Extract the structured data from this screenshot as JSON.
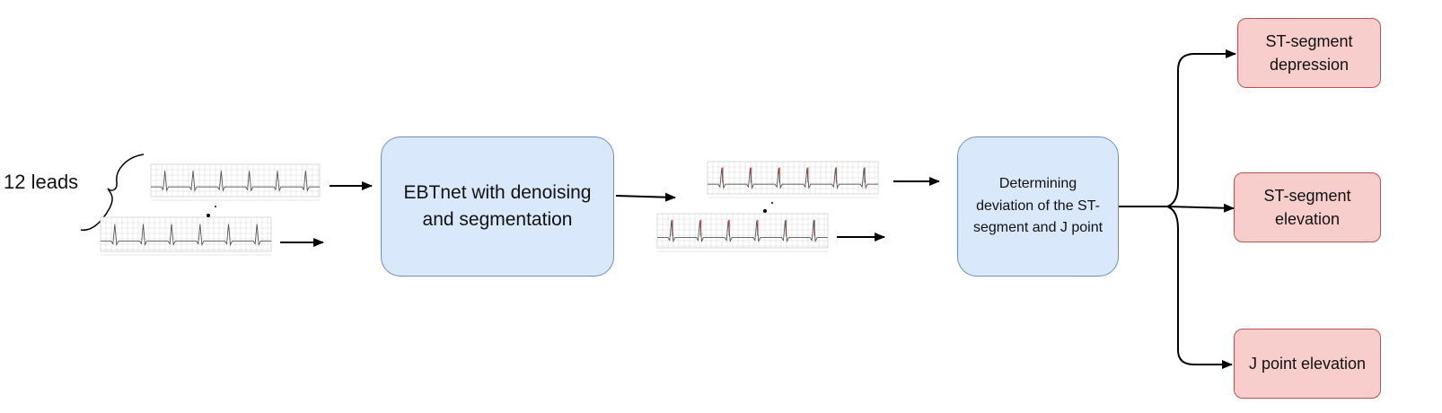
{
  "input": {
    "label": "12 leads"
  },
  "nodes": {
    "ebtnet": {
      "label": "EBTnet with denoising and segmentation"
    },
    "deviation": {
      "label": "Determining deviation of the ST-segment  and J point"
    },
    "out_depression": {
      "label": "ST-segment depression"
    },
    "out_st_elevation": {
      "label": "ST-segment elevation"
    },
    "out_j_elevation": {
      "label": "J point elevation"
    }
  },
  "colors": {
    "process_fill": "#dae8fc",
    "process_border": "#6c8ebf",
    "output_fill": "#f8cecc",
    "output_border": "#b85450",
    "ecg_highlight": "#e05a5a"
  }
}
